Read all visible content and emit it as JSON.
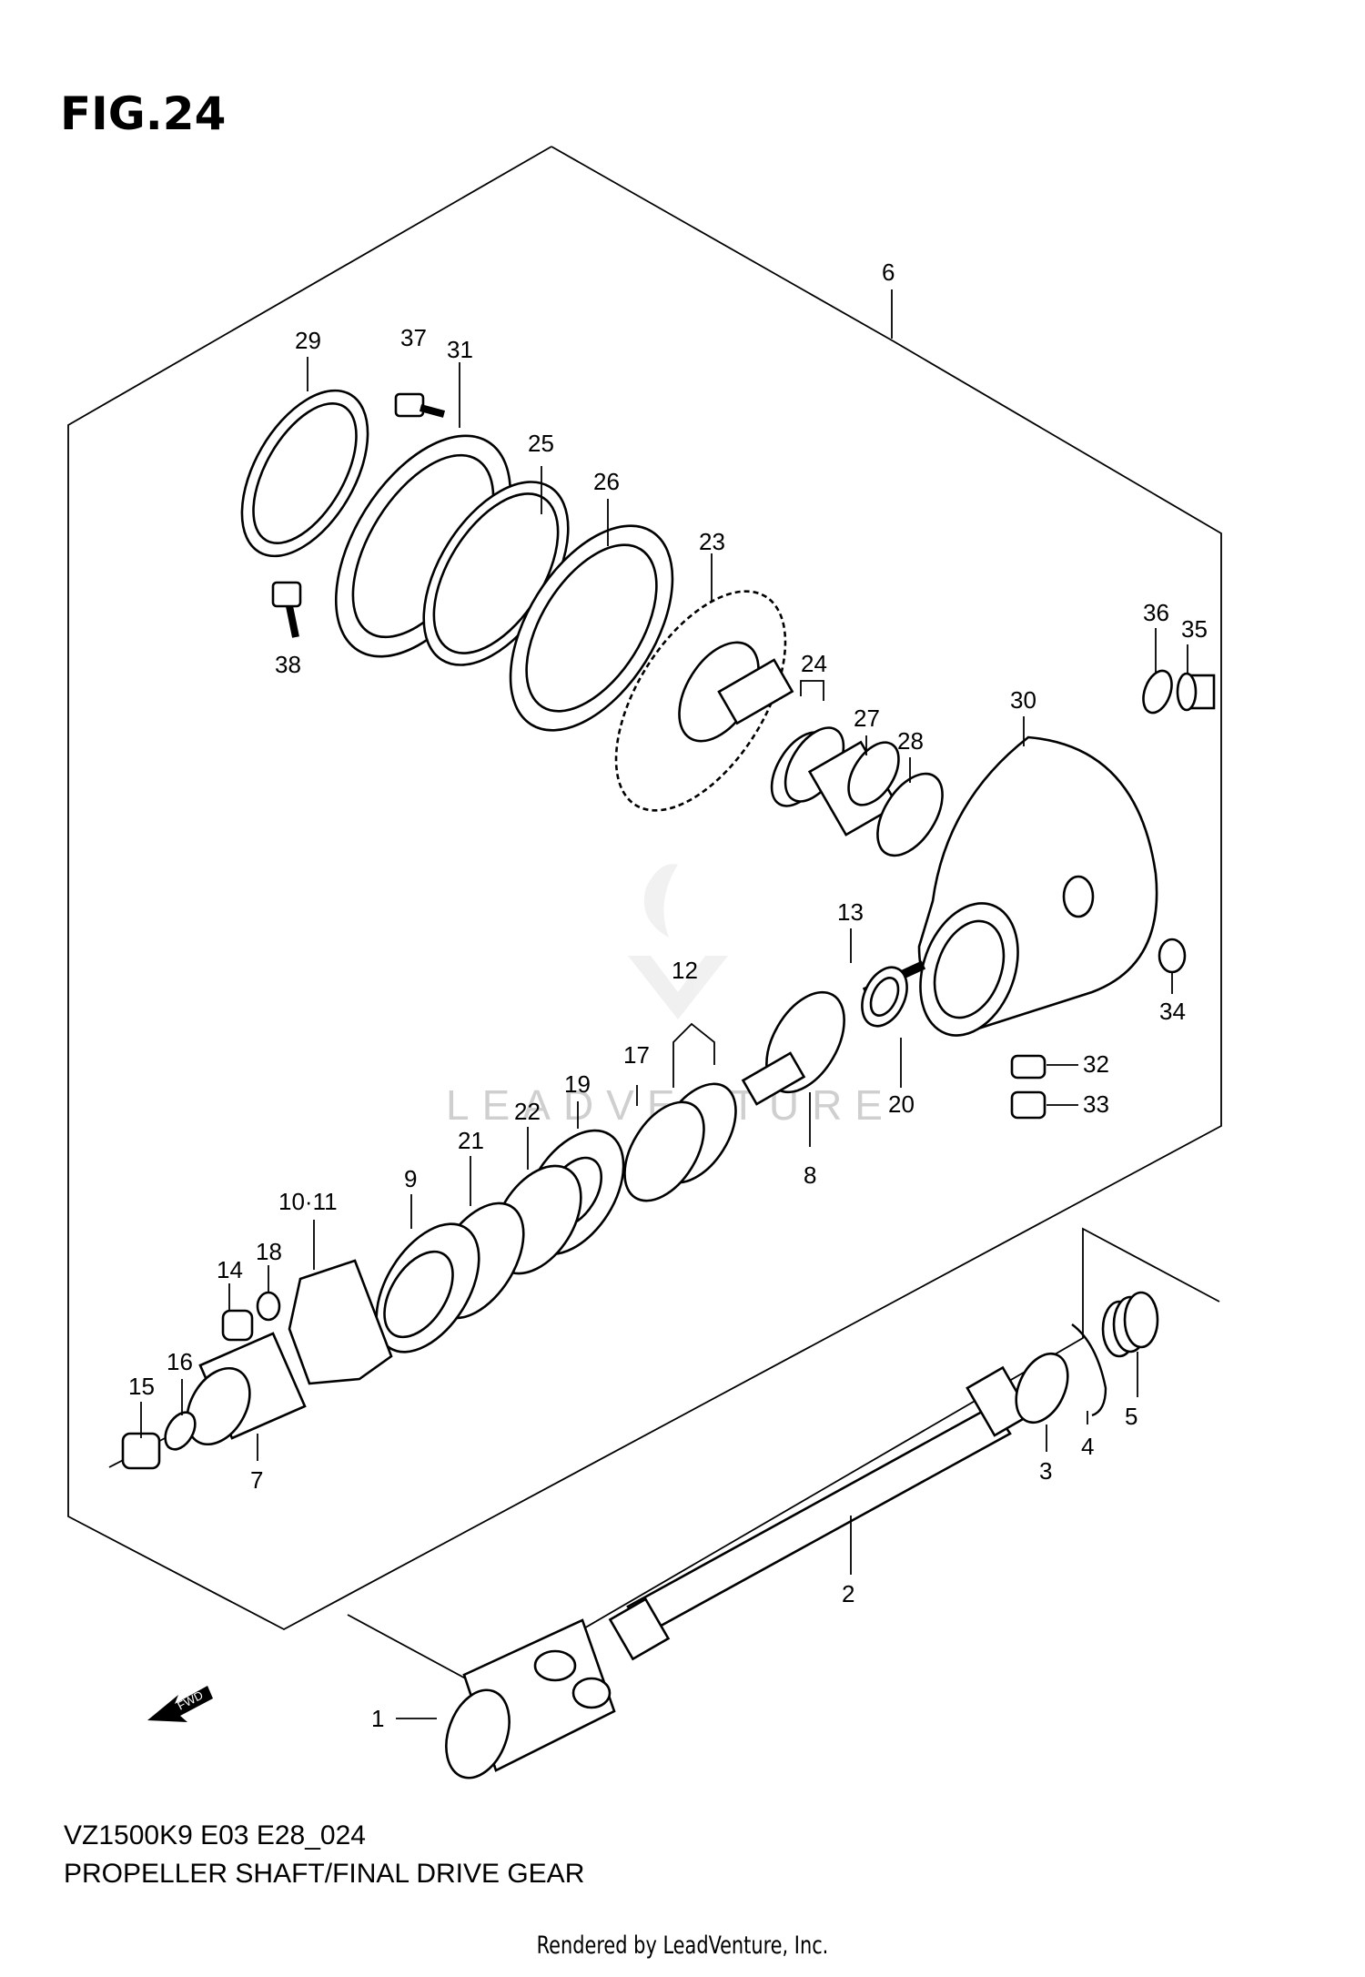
{
  "figure": {
    "title": "FIG.24",
    "model_code": "VZ1500K9  E03  E28_024",
    "caption": "PROPELLER SHAFT/FINAL DRIVE GEAR",
    "footer": "Rendered by LeadVenture, Inc.",
    "watermark_text": "LEADVENTURE"
  },
  "callouts": {
    "c1": "1",
    "c2": "2",
    "c3": "3",
    "c4": "4",
    "c5": "5",
    "c6": "6",
    "c7": "7",
    "c8": "8",
    "c9": "9",
    "c10_11": "10·11",
    "c12": "12",
    "c13": "13",
    "c14": "14",
    "c15": "15",
    "c16": "16",
    "c17": "17",
    "c18": "18",
    "c19": "19",
    "c20": "20",
    "c21": "21",
    "c22": "22",
    "c23": "23",
    "c24": "24",
    "c25": "25",
    "c26": "26",
    "c27": "27",
    "c28": "28",
    "c29": "29",
    "c30": "30",
    "c31": "31",
    "c32": "32",
    "c33": "33",
    "c34": "34",
    "c35": "35",
    "c36": "36",
    "c37": "37",
    "c38": "38"
  },
  "icons": {
    "fwd_arrow": "fwd-arrow-icon",
    "fwd_label": "FWD"
  }
}
